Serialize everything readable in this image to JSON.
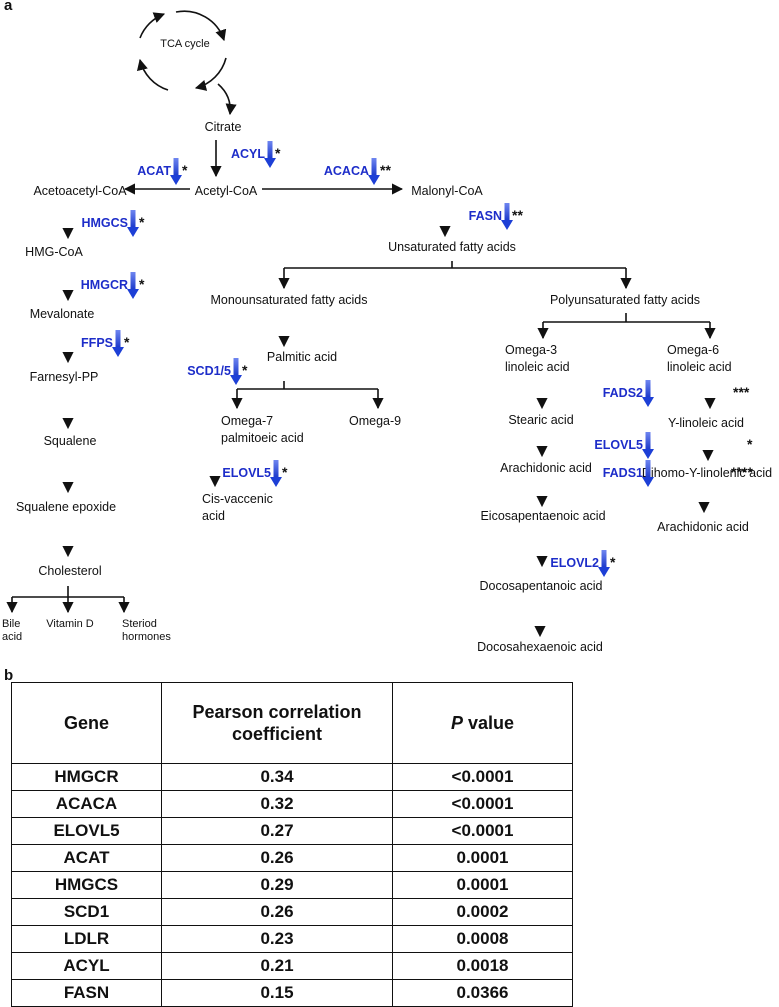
{
  "panel_a": {
    "label": "a",
    "cycle_label": "TCA cycle",
    "nodes": {
      "citrate": "Citrate",
      "acetyl_coa": "Acetyl-CoA",
      "acetoacetyl_coa": "Acetoacetyl-CoA",
      "malonyl_coa": "Malonyl-CoA",
      "hmg_coa": "HMG-CoA",
      "mevalonate": "Mevalonate",
      "farnesyl_pp": "Farnesyl-PP",
      "squalene": "Squalene",
      "squalene_epoxide": "Squalene epoxide",
      "cholesterol": "Cholesterol",
      "bile_acid_1": "Bile",
      "bile_acid_2": "acid",
      "vitamin_d": "Vitamin D",
      "steroid_1": "Steriod",
      "steroid_2": "hormones",
      "unsaturated": "Unsaturated fatty acids",
      "mono": "Monounsaturated fatty acids",
      "poly": "Polyunsaturated fatty acids",
      "palmitic": "Palmitic acid",
      "omega7_1": "Omega-7",
      "omega7_2": "palmitoeic acid",
      "omega9": "Omega-9",
      "cis_vaccenic_1": "Cis-vaccenic",
      "cis_vaccenic_2": "acid",
      "omega3_1": "Omega-3",
      "omega3_2": "linoleic acid",
      "omega6_1": "Omega-6",
      "omega6_2": "linoleic acid",
      "stearic": "Stearic acid",
      "arachidonic_left": "Arachidonic acid",
      "epa": "Eicosapentaenoic acid",
      "dpa": "Docosapentanoic acid",
      "dha": "Docosahexaenoic acid",
      "y_linoleic": "Y-linoleic acid",
      "dihomo": "Dihomo-Y-linolenic acid",
      "arachidonic_right": "Arachidonic acid"
    },
    "genes": {
      "acyl": {
        "name": "ACYL",
        "stars": "*"
      },
      "acat": {
        "name": "ACAT",
        "stars": "*"
      },
      "acaca": {
        "name": "ACACA",
        "stars": "**"
      },
      "hmgcs": {
        "name": "HMGCS",
        "stars": "*"
      },
      "fasn": {
        "name": "FASN",
        "stars": "**"
      },
      "hmgcr": {
        "name": "HMGCR",
        "stars": "*"
      },
      "ffps": {
        "name": "FFPS",
        "stars": "*"
      },
      "scd1": {
        "name": "SCD1/5",
        "stars": "*"
      },
      "elovl5_left": {
        "name": "ELOVL5",
        "stars": "*"
      },
      "fads2": {
        "name": "FADS2",
        "stars": "***"
      },
      "elovl5_right": {
        "name": "ELOVL5",
        "stars": "*"
      },
      "fads1": {
        "name": "FADS1",
        "stars": "****"
      },
      "elovl2": {
        "name": "ELOVL2",
        "stars": "*"
      }
    },
    "colors": {
      "gene_text": "#1d2dc9",
      "down_arrow": "#1d3fd6",
      "line": "#111111"
    }
  },
  "panel_b": {
    "label": "b",
    "headers": [
      "Gene",
      "Pearson correlation coefficient",
      "P value"
    ],
    "header_p_italic": "P",
    "header_p_rest": " value",
    "header_pcc_1": "Pearson correlation",
    "header_pcc_2": "coefficient",
    "rows": [
      [
        "HMGCR",
        "0.34",
        "<0.0001"
      ],
      [
        "ACACA",
        "0.32",
        "<0.0001"
      ],
      [
        "ELOVL5",
        "0.27",
        "<0.0001"
      ],
      [
        "ACAT",
        "0.26",
        "0.0001"
      ],
      [
        "HMGCS",
        "0.29",
        "0.0001"
      ],
      [
        "SCD1",
        "0.26",
        "0.0002"
      ],
      [
        "LDLR",
        "0.23",
        "0.0008"
      ],
      [
        "ACYL",
        "0.21",
        "0.0018"
      ],
      [
        "FASN",
        "0.15",
        "0.0366"
      ]
    ]
  }
}
